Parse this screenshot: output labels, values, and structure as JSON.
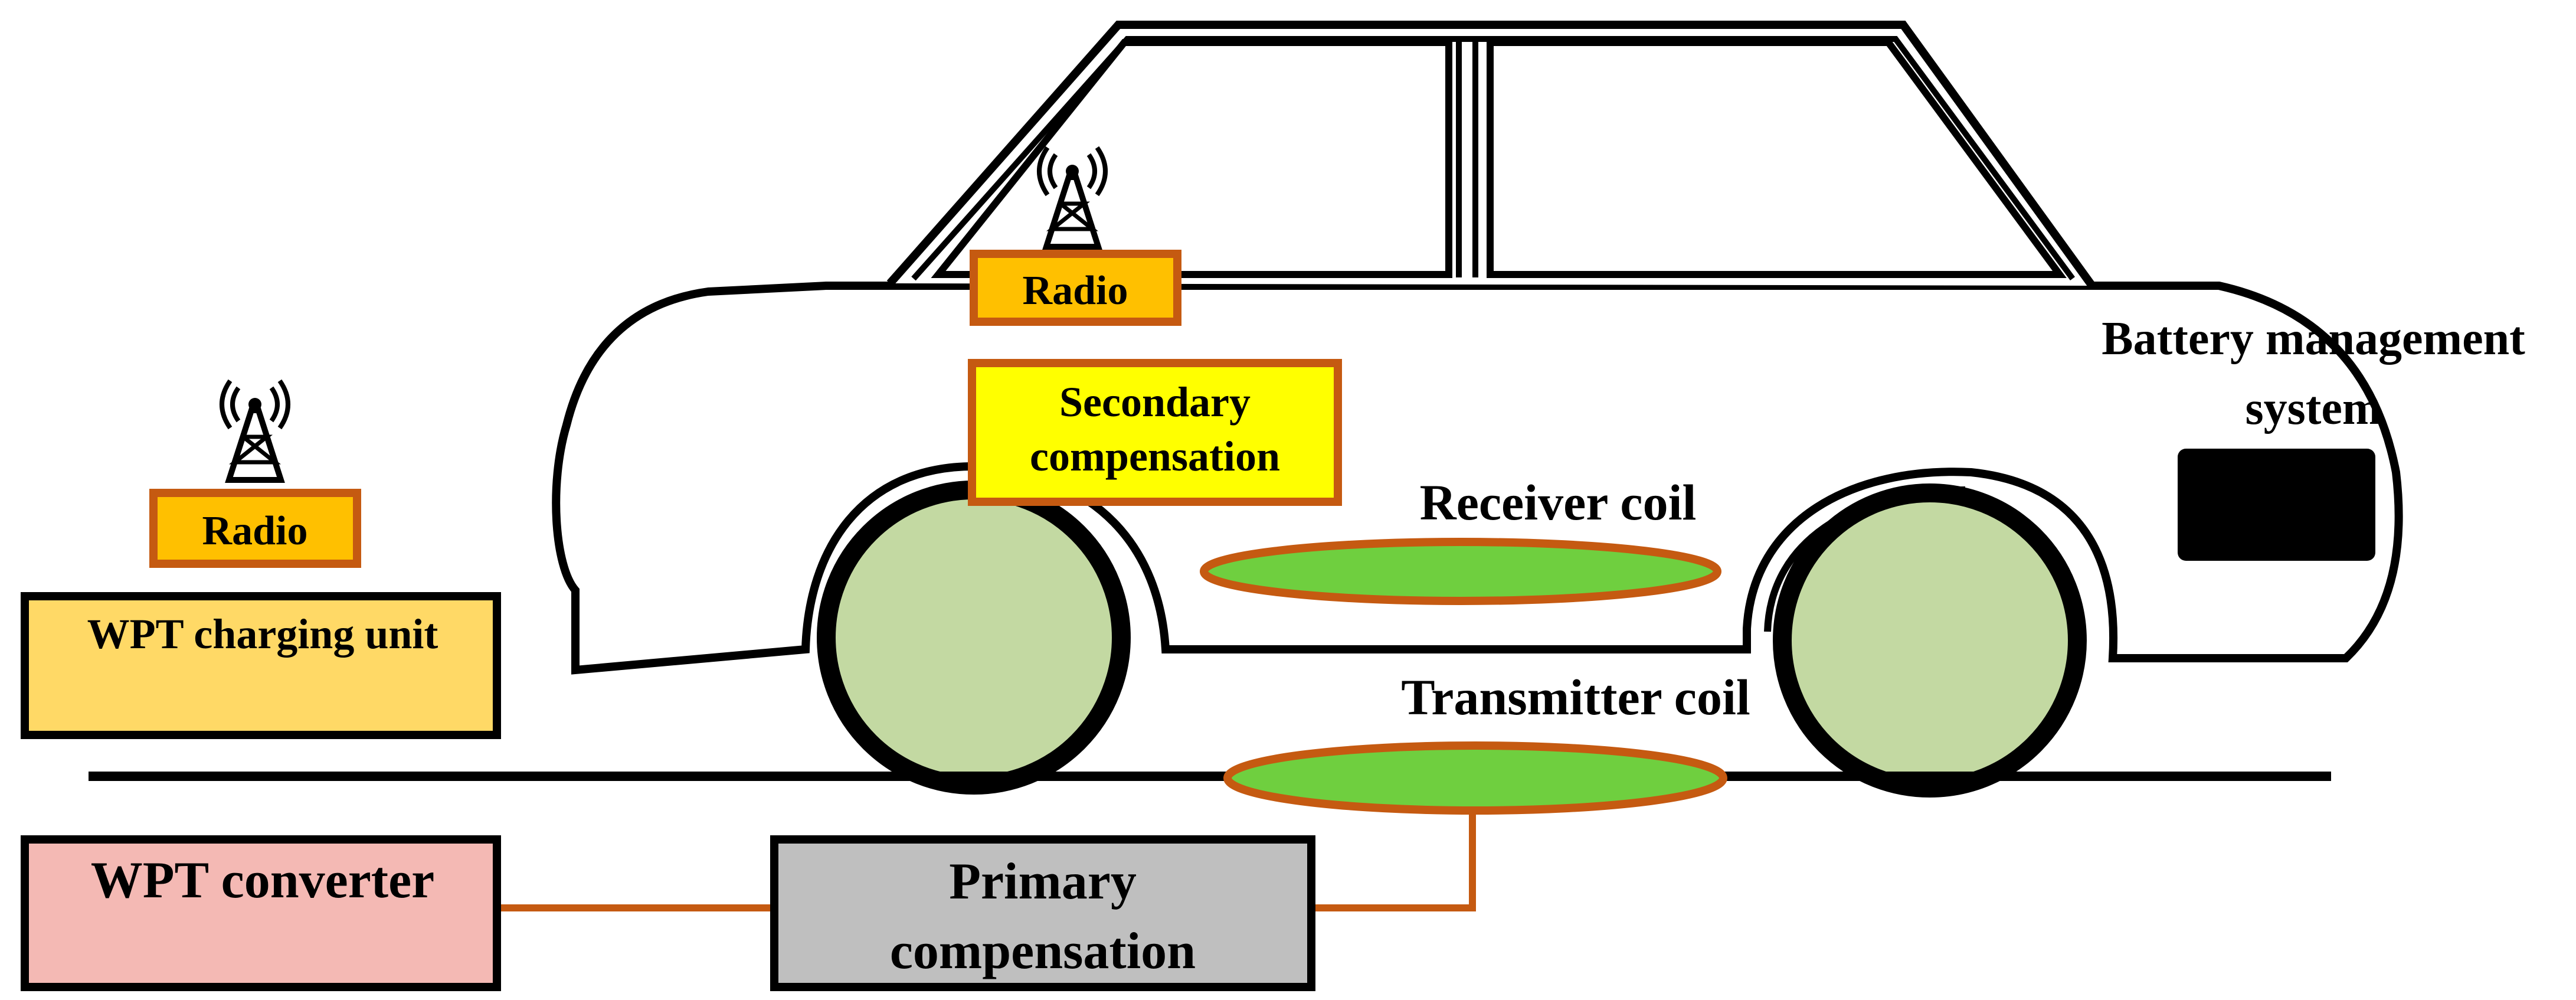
{
  "labels": {
    "radio_left": "Radio",
    "radio_car": "Radio",
    "wpt_charging_unit": "WPT charging unit",
    "secondary_compensation_line1": "Secondary",
    "secondary_compensation_line2": "compensation",
    "receiver_coil": "Receiver coil",
    "transmitter_coil": "Transmitter coil",
    "battery_management_line1": "Battery management",
    "battery_management_line2": "system",
    "wpt_converter": "WPT converter",
    "primary_compensation_line1": "Primary",
    "primary_compensation_line2": "compensation"
  },
  "colors": {
    "radio_fill": "#FFC000",
    "box_border": "#C55A11",
    "charging_unit_fill": "#FFD966",
    "secondary_fill": "#FFFF00",
    "coil_fill": "#6FCF3F",
    "wheel_fill": "#C3D9A2",
    "converter_fill": "#F4B9B4",
    "primary_fill": "#BFBFBF",
    "battery_fill": "#000000"
  },
  "icons": [
    "antenna-tower-icon"
  ]
}
